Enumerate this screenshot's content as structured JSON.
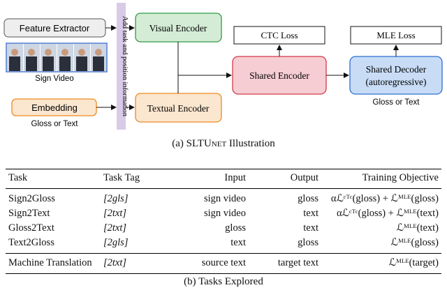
{
  "diagram": {
    "feature_extractor": "Feature Extractor",
    "sign_video_label": "Sign Video",
    "embedding": "Embedding",
    "gloss_or_text_left": "Gloss or Text",
    "side_bar": "Add task and position information",
    "visual_encoder": "Visual Encoder",
    "textual_encoder": "Textual Encoder",
    "ctc_loss": "CTC Loss",
    "mle_loss": "MLE Loss",
    "shared_encoder": "Shared Encoder",
    "shared_decoder_line1": "Shared Decoder",
    "shared_decoder_line2": "(autoregressive)",
    "gloss_or_text_right": "Gloss or Text",
    "colors": {
      "feature_extractor_fill": "#eeeeee",
      "visual_textual_fill": "#fbe6cf",
      "visual_textual_stroke": "#2f9a46",
      "textual_stroke": "#ee8a22",
      "embedding_fill": "#fbe6cf",
      "embedding_stroke": "#ee8a22",
      "shared_encoder_fill": "#f6cdd3",
      "shared_encoder_stroke": "#d23a4a",
      "shared_decoder_fill": "#c8dcf6",
      "shared_decoder_stroke": "#2f6fd0",
      "side_bar_fill": "#d9cbe7",
      "video_frame_stroke": "#4a78d0"
    }
  },
  "caption_a_prefix": "(a) SLTU",
  "caption_a_smallcaps": "net",
  "caption_a_suffix": " Illustration",
  "table": {
    "headers": {
      "task": "Task",
      "tag": "Task Tag",
      "input": "Input",
      "output": "Output",
      "objective": "Training Objective"
    },
    "rows": [
      {
        "task": "Sign2Gloss",
        "tag": "[2gls]",
        "input": "sign video",
        "output": "gloss",
        "objective": "αℒᶜᵀᶜ(gloss) + ℒᴹᴸᴱ(gloss)"
      },
      {
        "task": "Sign2Text",
        "tag": "[2txt]",
        "input": "sign video",
        "output": "text",
        "objective": "αℒᶜᵀᶜ(gloss) + ℒᴹᴸᴱ(text)"
      },
      {
        "task": "Gloss2Text",
        "tag": "[2txt]",
        "input": "gloss",
        "output": "text",
        "objective": "ℒᴹᴸᴱ(text)"
      },
      {
        "task": "Text2Gloss",
        "tag": "[2gls]",
        "input": "text",
        "output": "gloss",
        "objective": "ℒᴹᴸᴱ(gloss)"
      }
    ],
    "mt_row": {
      "task": "Machine Translation",
      "tag": "[2txt]",
      "input": "source text",
      "output": "target text",
      "objective": "ℒᴹᴸᴱ(target)"
    }
  },
  "caption_b": "(b)  Tasks Explored"
}
